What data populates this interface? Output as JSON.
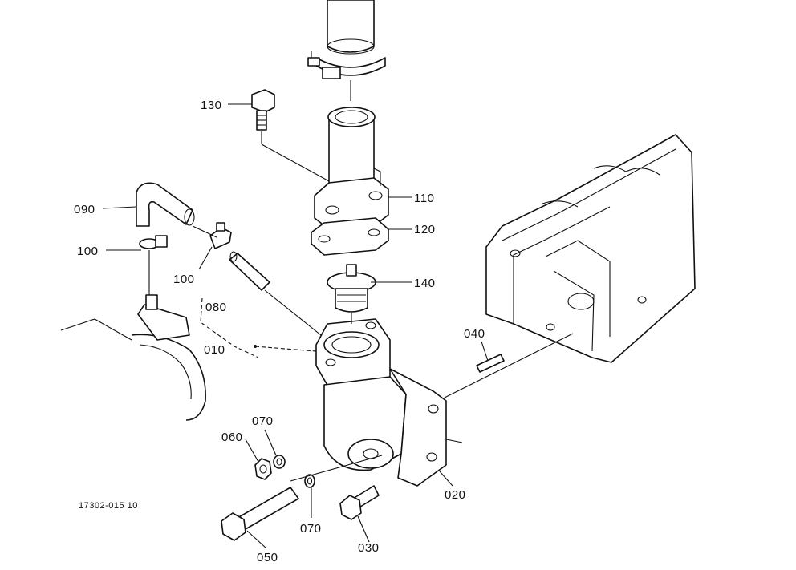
{
  "diagram": {
    "part_labels": {
      "p130": "130",
      "p110": "110",
      "p120": "120",
      "p090": "090",
      "p100a": "100",
      "p100b": "100",
      "p140": "140",
      "p080": "080",
      "p010": "010",
      "p040": "040",
      "p060": "060",
      "p070a": "070",
      "p070b": "070",
      "p020": "020",
      "p050": "050",
      "p030": "030"
    },
    "figure_code": "17302-015 10"
  }
}
